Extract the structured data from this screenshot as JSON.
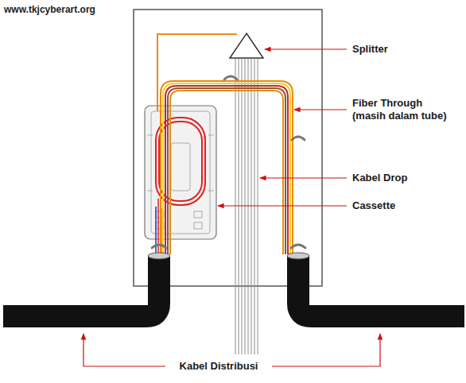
{
  "diagram": {
    "labels": [
      "www.tkjcyberart.org",
      "Splitter",
      "Fiber Through (masih dalam tube)",
      "Kabel Drop",
      "Cassette",
      "Kabel Distribusi"
    ]
  }
}
